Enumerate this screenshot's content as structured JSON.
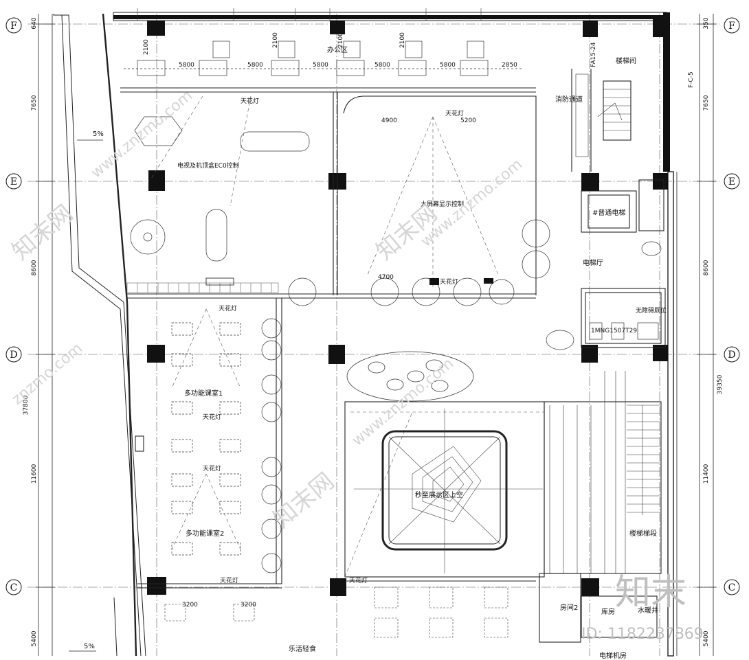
{
  "axes": {
    "rows": [
      "F",
      "E",
      "D",
      "C"
    ],
    "left_dims": [
      "640",
      "7650",
      "8600",
      "37800",
      "11600",
      "5400"
    ],
    "right_dims": [
      "350",
      "7650",
      "8600",
      "39350",
      "11400",
      "5400"
    ]
  },
  "rooms": {
    "office": "办公区",
    "stair": "楼梯间",
    "elevator": "#普通电梯",
    "multi1": "多功能课室1",
    "multi2": "多功能课室2",
    "exhibit_void": "秒至展示区上空",
    "snack": "乐活轻食",
    "storage": "库房",
    "room2": "房间2",
    "water_well": "水暖井",
    "elevator_hall": "电梯厅",
    "stair_right": "楼梯梯段",
    "corridor": "消防通道",
    "ops_room": "电梯机房"
  },
  "slopes": [
    "5%",
    "5%"
  ],
  "dim_labels": [
    "5800",
    "5800",
    "5800",
    "5800",
    "5800",
    "2850",
    "4900",
    "5200",
    "3200",
    "3200",
    "4700",
    "2100",
    "2100",
    "2100",
    "2100"
  ],
  "equipment": [
    "天花灯",
    "天花灯",
    "天花灯",
    "天花灯",
    "天花灯",
    "天花灯",
    "天花灯",
    "天花灯"
  ],
  "misc": {
    "meeting_note": "电视及机顶盒EC0控制",
    "display_note": "大屏幕显示控制",
    "stair_tag": "F-C-5",
    "stair_tag2": "FA15-24",
    "disabled_wc": "无障碍厕位",
    "switch_note": "1MNG1507T29"
  },
  "watermark": {
    "logo": "知末",
    "id": "ID: 1182237869",
    "urls": [
      "www.znzmo.com",
      "znzmo.com",
      "www.znzmo.com",
      "www.znzmo.com"
    ],
    "brand": [
      "知末网",
      "知末网",
      "知末网"
    ]
  }
}
